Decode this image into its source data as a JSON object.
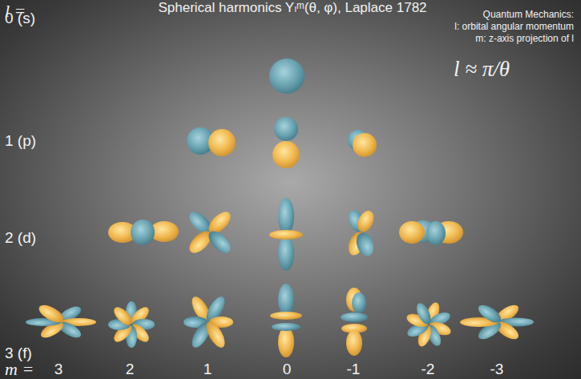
{
  "diagram": {
    "title": "Spherical harmonics Yₗᵐ(θ, φ), Laplace 1782",
    "labels": [
      "l =",
      "Quantum Mechanics:",
      "l: orbital angular momentum",
      "m: z-axis projection of l",
      "0 (s)",
      "1 (p)",
      "l ≈ π/θ",
      "2 (d)",
      "3 (f)",
      "m =",
      "3",
      "2",
      "1",
      "0",
      "-1",
      "-2",
      "-3"
    ]
  }
}
